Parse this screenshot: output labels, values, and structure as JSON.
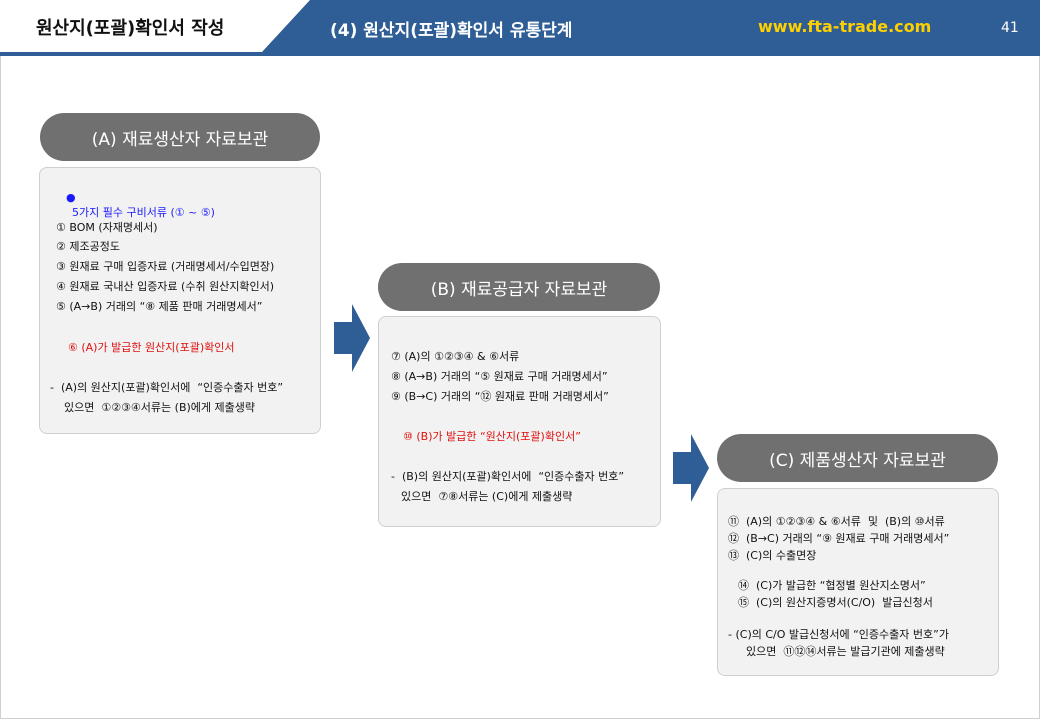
{
  "header": {
    "title": "원산지(포괄)확인서 작성",
    "subtitle": "(4) 원산지(포괄)확인서  유통단계",
    "url": "www.fta-trade.com",
    "page": "41"
  },
  "colors": {
    "band": "#2f5d95",
    "pill": "#707070",
    "url": "#ffd000",
    "highlight": "#e01010",
    "bullet": "#1a1aff"
  },
  "sections": {
    "a": {
      "title": "(A) 재료생산자 자료보관",
      "bullet": "5가지 필수 구비서류 (① ~ ⑤)",
      "items": [
        "① BOM (자재명세서)",
        "② 제조공정도",
        "③ 원재료 구매 입증자료 (거래명세서/수입면장)",
        "④ 원재료 국내산 입증자료 (수취 원산지확인서)",
        "⑤ (A→B) 거래의 “⑧ 제품 판매 거래명세서”"
      ],
      "highlight": "⑥ (A)가 발급한 원산지(포괄)확인서",
      "note1": "-  (A)의 원산지(포괄)확인서에  “인증수출자 번호”",
      "note2": "있으면  ①②③④서류는 (B)에게 제출생략"
    },
    "b": {
      "title": "(B) 재료공급자 자료보관",
      "items": [
        "⑦ (A)의 ①②③④ & ⑥서류",
        "⑧ (A→B) 거래의 “⑤ 원재료 구매 거래명세서”",
        "⑨ (B→C) 거래의 “⑫ 원재료 판매 거래명세서”"
      ],
      "highlight": "⑩ (B)가 발급한 “원산지(포괄)확인서”",
      "note1": "-  (B)의 원산지(포괄)확인서에  “인증수출자 번호”",
      "note2": "있으면  ⑦⑧서류는 (C)에게 제출생략"
    },
    "c": {
      "title": "(C) 제품생산자 자료보관",
      "items": [
        "⑪  (A)의 ①②③④ & ⑥서류  및  (B)의 ⑩서류",
        "⑫  (B→C) 거래의 “⑨ 원재료 구매 거래명세서”",
        "⑬  (C)의 수출면장"
      ],
      "sub_items": [
        "⑭  (C)가 발급한 “협정별 원산지소명서”",
        "⑮  (C)의 원산지증명서(C/O)  발급신청서"
      ],
      "note1": "- (C)의 C/O 발급신청서에 “인증수출자 번호”가",
      "note2": "있으면  ⑪⑫⑭서류는 발급기관에 제출생략"
    }
  }
}
